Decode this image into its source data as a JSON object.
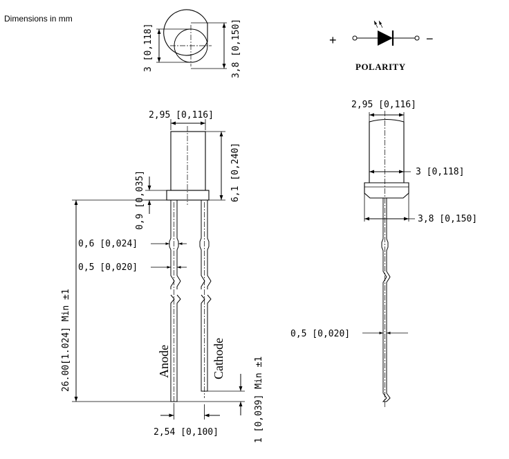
{
  "header": {
    "dimensions_note": "Dimensions in mm"
  },
  "polarity": {
    "label": "POLARITY",
    "plus": "+",
    "minus": "−"
  },
  "top_view": {
    "inner_diameter": "3 [0,118]",
    "outer_diameter": "3,8 [0,150]"
  },
  "side_view": {
    "body_width": "2,95 [0,116]",
    "body_height": "6,1 [0,240]",
    "flange_height": "0,9 [0,035]",
    "lead_length": "26.00[1.024] Min ±1",
    "lead_width_wide": "0,6 [0,024]",
    "lead_width_narrow": "0,5 [0,020]",
    "lead_pitch": "2,54 [0,100]",
    "lead_step": "1 [0,039] Min ±1",
    "anode_label": "Anode",
    "cathode_label": "Cathode"
  },
  "front_view": {
    "body_width": "2,95 [0,116]",
    "inner_diameter": "3 [0,118]",
    "flange_diameter": "3,8 [0,150]",
    "lead_width": "0,5 [0,020]"
  }
}
